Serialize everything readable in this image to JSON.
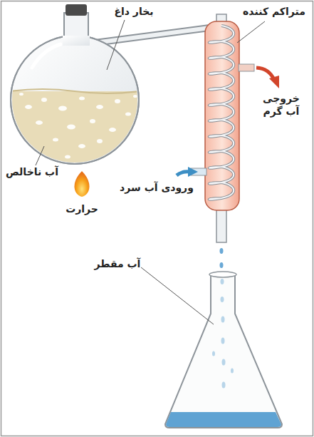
{
  "diagram": {
    "labels": [
      "بخار داغ",
      "متراکم کننده",
      "خروجی آب گرم",
      "آب ناخالص",
      "حرارت",
      "ورودی آب سرد",
      "آب مقطر"
    ]
  }
}
